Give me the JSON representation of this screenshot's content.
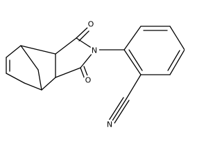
{
  "molecule": {
    "atoms": {
      "o_top": "O",
      "n_imide": "N",
      "o_bottom": "O",
      "n_nitrile": "N"
    }
  }
}
